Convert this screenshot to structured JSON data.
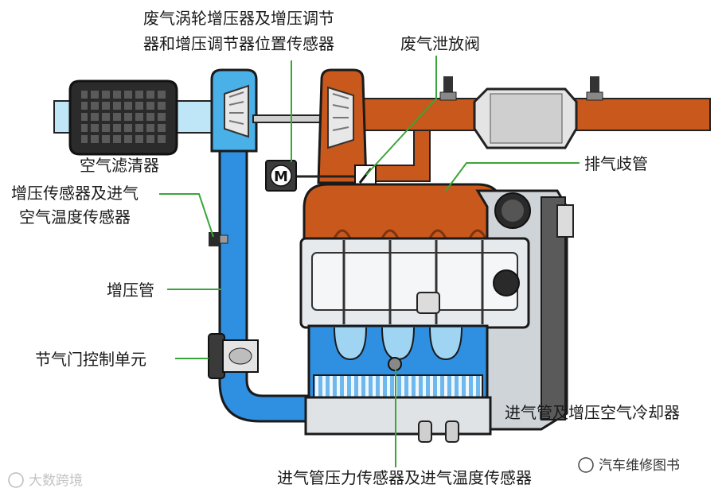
{
  "labels": {
    "turbo_line1": "废气涡轮增压器及增压调节",
    "turbo_line2": "器和增压调节器位置传感器",
    "wastegate": "废气泄放阀",
    "air_filter": "空气滤清器",
    "exhaust_manifold": "排气歧管",
    "boost_sensor_line1": "增压传感器及进气",
    "boost_sensor_line2": "空气温度传感器",
    "boost_pipe": "增压管",
    "throttle": "节气门控制单元",
    "intake_cooler": "进气管及增压空气冷却器",
    "map_sensor": "进气管压力传感器及进气温度传感器"
  },
  "actuator_letter": "M",
  "watermarks": {
    "left": "大数跨境",
    "right": "汽车维修图书"
  },
  "colors": {
    "intake_blue": "#2f8fe0",
    "intake_light": "#9fd4f2",
    "exhaust_orange": "#c8581c",
    "exhaust_dark": "#7a3412",
    "engine_gray": "#d9dde1",
    "leader_green": "#3aa53a"
  }
}
